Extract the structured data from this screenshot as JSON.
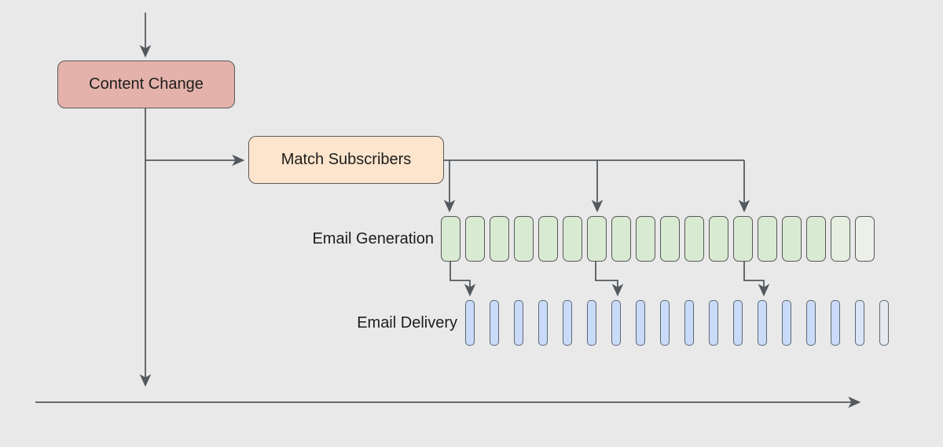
{
  "canvas": {
    "background_color": "#e9e9e9",
    "line_color": "#54595f",
    "text_color": "#1d1d1d"
  },
  "nodes": {
    "content_change": {
      "label": "Content Change",
      "fill": "#e4b2aa",
      "border": "#5a5a5a"
    },
    "match_subscribers": {
      "label": "Match Subscribers",
      "fill": "#fce5cc",
      "border": "#5a5a5a"
    }
  },
  "rows": {
    "generation": {
      "label": "Email Generation",
      "box_count": 18,
      "solid_count": 16,
      "fade_tail_count": 2,
      "fill": "#d9ead3",
      "fill_fading": "#e4efdf",
      "fill_faded": "#ecf0e9",
      "border": "#575757",
      "incoming_arrow_box_indices": [
        1,
        7,
        13
      ]
    },
    "delivery": {
      "label": "Email Delivery",
      "box_count": 18,
      "solid_count": 16,
      "fade_tail_count": 2,
      "fill": "#c9dbf8",
      "fill_fading": "#dbe5f7",
      "fill_faded": "#e6e9ee",
      "border": "#5c6874",
      "incoming_arrow_box_indices": [
        1,
        7,
        13
      ]
    }
  },
  "connections": [
    "start → Content Change",
    "Content Change → Match Subscribers",
    "Content Change → timeline",
    "Match Subscribers → Email Generation boxes 1, 7, 13",
    "Email Generation boxes 1, 7, 13 → Email Delivery boxes 1, 7, 13"
  ],
  "timeline": {
    "description": "time axis arrow, left to right"
  }
}
